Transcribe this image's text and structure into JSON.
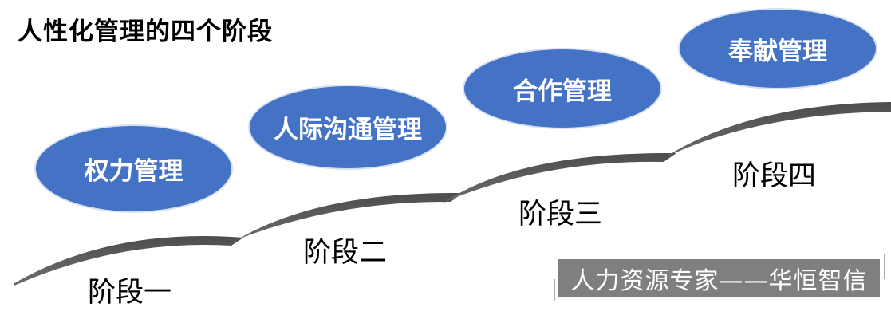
{
  "title": "人性化管理的四个阶段",
  "phases": [
    {
      "name": "权力管理",
      "stage": "阶段一"
    },
    {
      "name": "人际沟通管理",
      "stage": "阶段二"
    },
    {
      "name": "合作管理",
      "stage": "阶段三"
    },
    {
      "name": "奉献管理",
      "stage": "阶段四"
    }
  ],
  "watermark": "人力资源专家——华恒智信",
  "colors": {
    "oval": "#4472c4",
    "curve": "#5a5a5a",
    "watermark_bg": "#7f7f7f"
  }
}
